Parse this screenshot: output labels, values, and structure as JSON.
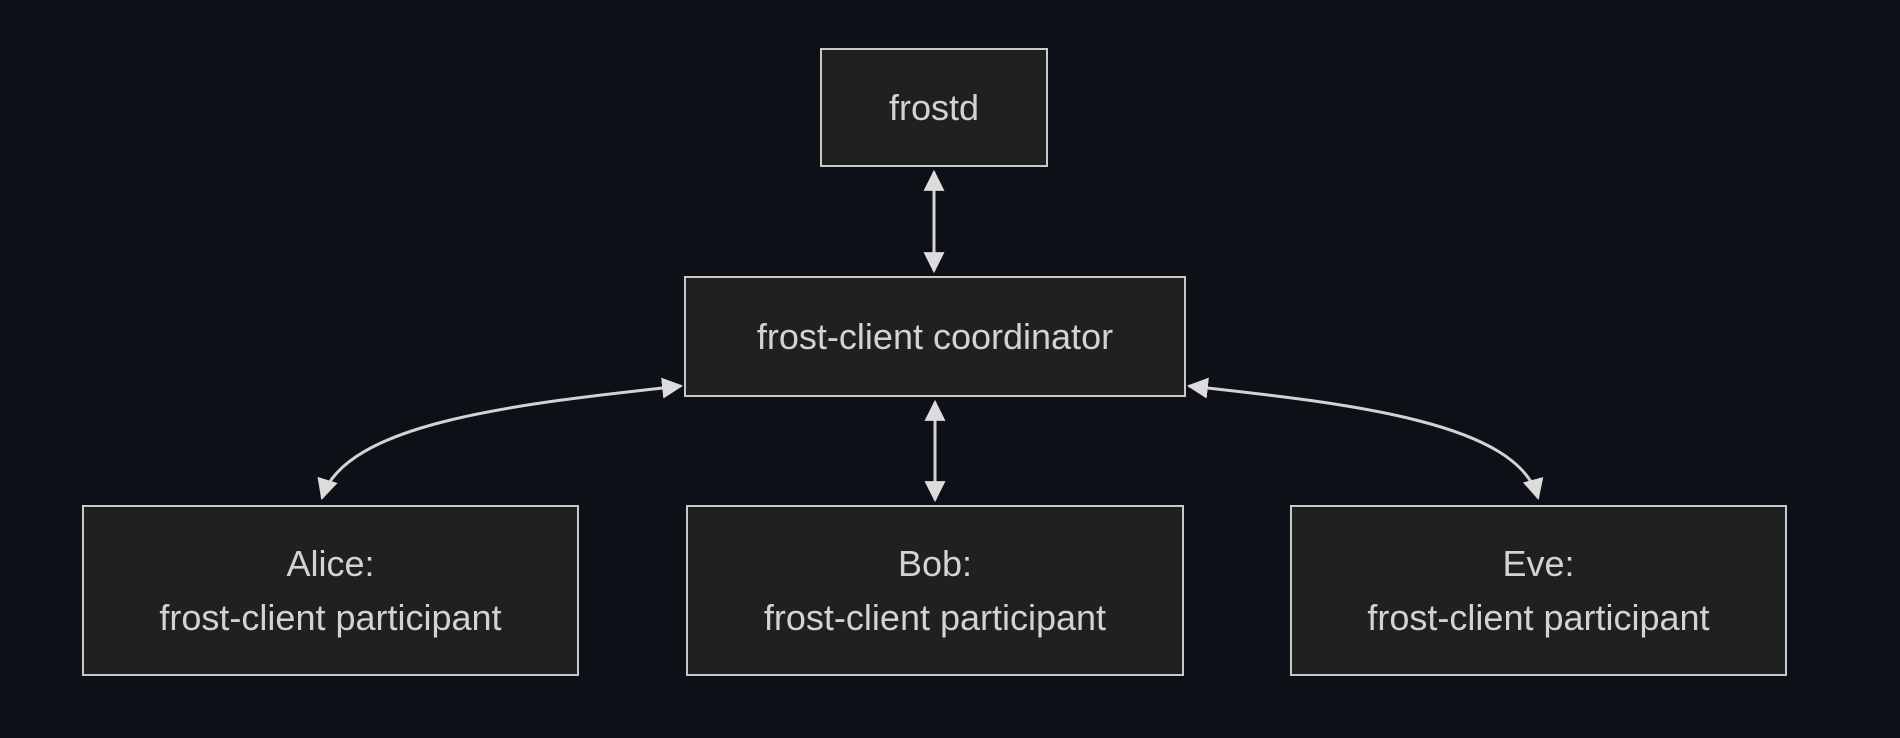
{
  "colors": {
    "background": "#0d1117",
    "node-fill": "#1f2020",
    "node-border": "#c9c9c9",
    "node-text": "#d3d3d3",
    "edge-line": "#d3d3d3",
    "arrowhead": "#dcdcdc"
  },
  "diagram": {
    "type": "flowchart",
    "nodes": {
      "frostd": {
        "label": "frostd"
      },
      "coordinator": {
        "label": "frost-client coordinator"
      },
      "alice": {
        "line1": "Alice:",
        "line2": "frost-client participant"
      },
      "bob": {
        "line1": "Bob:",
        "line2": "frost-client participant"
      },
      "eve": {
        "line1": "Eve:",
        "line2": "frost-client participant"
      }
    },
    "edges": [
      {
        "from": "frostd",
        "to": "coordinator",
        "arrows": "both",
        "shape": "straight-vertical"
      },
      {
        "from": "coordinator",
        "to": "alice",
        "arrows": "both",
        "shape": "curved"
      },
      {
        "from": "coordinator",
        "to": "bob",
        "arrows": "both",
        "shape": "straight-vertical"
      },
      {
        "from": "coordinator",
        "to": "eve",
        "arrows": "both",
        "shape": "curved"
      }
    ]
  }
}
